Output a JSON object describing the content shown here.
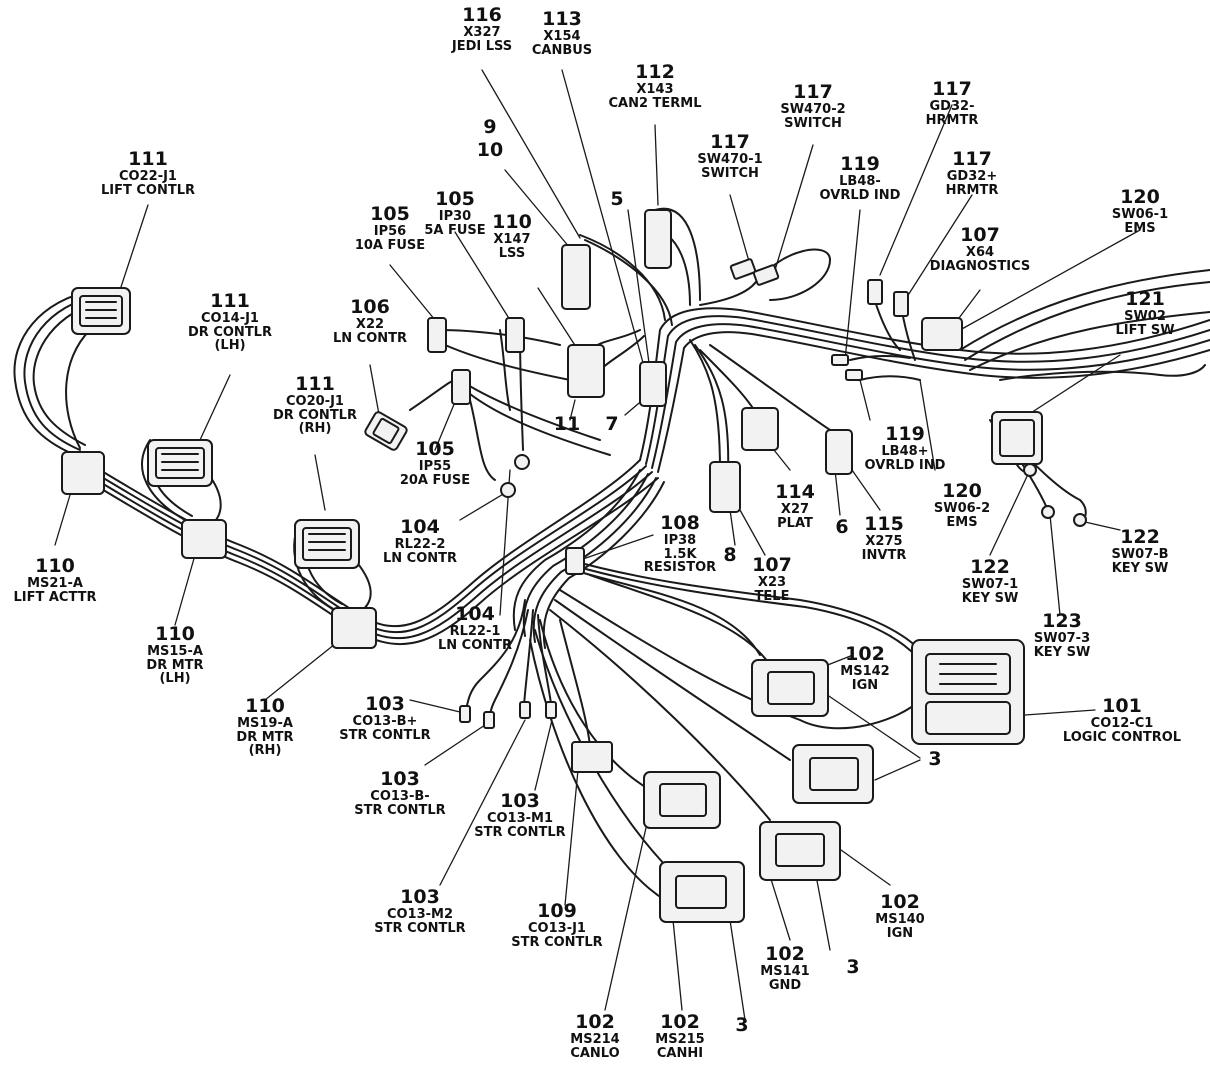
{
  "colors": {
    "ink": "#111111",
    "wire": "#1a1a1a",
    "paper": "#ffffff",
    "connector": "#f2f2f2"
  },
  "callouts": [
    {
      "id": "c111-co22",
      "number": "111",
      "lines": [
        "CO22-J1",
        "LIFT CONTLR"
      ]
    },
    {
      "id": "c111-co14",
      "number": "111",
      "lines": [
        "CO14-J1",
        "DR CONTLR",
        "(LH)"
      ]
    },
    {
      "id": "c111-co20",
      "number": "111",
      "lines": [
        "CO20-J1",
        "DR CONTLR",
        "(RH)"
      ]
    },
    {
      "id": "c105-ip56",
      "number": "105",
      "lines": [
        "IP56",
        "10A FUSE"
      ]
    },
    {
      "id": "c105-ip30",
      "number": "105",
      "lines": [
        "IP30",
        "5A FUSE"
      ]
    },
    {
      "id": "c106-x22",
      "number": "106",
      "lines": [
        "X22",
        "LN CONTR"
      ]
    },
    {
      "id": "c105-ip55",
      "number": "105",
      "lines": [
        "IP55",
        "20A FUSE"
      ]
    },
    {
      "id": "c104-rl22-2",
      "number": "104",
      "lines": [
        "RL22-2",
        "LN CONTR"
      ]
    },
    {
      "id": "c104-rl22-1",
      "number": "104",
      "lines": [
        "RL22-1",
        "LN CONTR"
      ]
    },
    {
      "id": "c110-ms21",
      "number": "110",
      "lines": [
        "MS21-A",
        "LIFT ACTTR"
      ]
    },
    {
      "id": "c110-ms15",
      "number": "110",
      "lines": [
        "MS15-A",
        "DR MTR",
        "(LH)"
      ]
    },
    {
      "id": "c110-ms19",
      "number": "110",
      "lines": [
        "MS19-A",
        "DR MTR",
        "(RH)"
      ]
    },
    {
      "id": "c9",
      "number": "9",
      "lines": []
    },
    {
      "id": "c10",
      "number": "10",
      "lines": []
    },
    {
      "id": "c116-x327",
      "number": "116",
      "lines": [
        "X327",
        "JEDI LSS"
      ]
    },
    {
      "id": "c113-x154",
      "number": "113",
      "lines": [
        "X154",
        "CANBUS"
      ]
    },
    {
      "id": "c112-x143",
      "number": "112",
      "lines": [
        "X143",
        "CAN2 TERML"
      ]
    },
    {
      "id": "c117-sw470-2",
      "number": "117",
      "lines": [
        "SW470-2",
        "SWITCH"
      ]
    },
    {
      "id": "c117-sw470-1",
      "number": "117",
      "lines": [
        "SW470-1",
        "SWITCH"
      ]
    },
    {
      "id": "c117-gd32m",
      "number": "117",
      "lines": [
        "GD32-",
        "HRMTR"
      ]
    },
    {
      "id": "c117-gd32p",
      "number": "117",
      "lines": [
        "GD32+",
        "HRMTR"
      ]
    },
    {
      "id": "c119-lb48m",
      "number": "119",
      "lines": [
        "LB48-",
        "OVRLD IND"
      ]
    },
    {
      "id": "c110-x147",
      "number": "110",
      "lines": [
        "X147",
        "LSS"
      ]
    },
    {
      "id": "c5",
      "number": "5",
      "lines": []
    },
    {
      "id": "c120-sw06-1",
      "number": "120",
      "lines": [
        "SW06-1",
        "EMS"
      ]
    },
    {
      "id": "c107-x64",
      "number": "107",
      "lines": [
        "X64",
        "DIAGNOSTICS"
      ]
    },
    {
      "id": "c121-sw02",
      "number": "121",
      "lines": [
        "SW02",
        "LIFT SW"
      ]
    },
    {
      "id": "c11",
      "number": "11",
      "lines": []
    },
    {
      "id": "c7",
      "number": "7",
      "lines": []
    },
    {
      "id": "c119-lb48p",
      "number": "119",
      "lines": [
        "LB48+",
        "OVRLD IND"
      ]
    },
    {
      "id": "c120-sw06-2",
      "number": "120",
      "lines": [
        "SW06-2",
        "EMS"
      ]
    },
    {
      "id": "c114-x27",
      "number": "114",
      "lines": [
        "X27",
        "PLAT"
      ]
    },
    {
      "id": "c115-x275",
      "number": "115",
      "lines": [
        "X275",
        "INVTR"
      ]
    },
    {
      "id": "c6",
      "number": "6",
      "lines": []
    },
    {
      "id": "c108-ip38",
      "number": "108",
      "lines": [
        "IP38",
        "1.5K",
        "RESISTOR"
      ]
    },
    {
      "id": "c8",
      "number": "8",
      "lines": []
    },
    {
      "id": "c107-x23",
      "number": "107",
      "lines": [
        "X23",
        "TELE"
      ]
    },
    {
      "id": "c122-sw07-1",
      "number": "122",
      "lines": [
        "SW07-1",
        "KEY SW"
      ]
    },
    {
      "id": "c122-sw07-b",
      "number": "122",
      "lines": [
        "SW07-B",
        "KEY SW"
      ]
    },
    {
      "id": "c123-sw07-3",
      "number": "123",
      "lines": [
        "SW07-3",
        "KEY SW"
      ]
    },
    {
      "id": "c102-ms142",
      "number": "102",
      "lines": [
        "MS142",
        "IGN"
      ]
    },
    {
      "id": "c101-co12",
      "number": "101",
      "lines": [
        "CO12-C1",
        "LOGIC CONTROL"
      ]
    },
    {
      "id": "c3-a",
      "number": "3",
      "lines": []
    },
    {
      "id": "c103-b-plus",
      "number": "103",
      "lines": [
        "CO13-B+",
        "STR CONTLR"
      ]
    },
    {
      "id": "c103-b-minus",
      "number": "103",
      "lines": [
        "CO13-B-",
        "STR CONTLR"
      ]
    },
    {
      "id": "c103-m1",
      "number": "103",
      "lines": [
        "CO13-M1",
        "STR CONTLR"
      ]
    },
    {
      "id": "c103-m2",
      "number": "103",
      "lines": [
        "CO13-M2",
        "STR CONTLR"
      ]
    },
    {
      "id": "c109-co13",
      "number": "109",
      "lines": [
        "CO13-J1",
        "STR CONTLR"
      ]
    },
    {
      "id": "c102-ms140",
      "number": "102",
      "lines": [
        "MS140",
        "IGN"
      ]
    },
    {
      "id": "c102-ms141",
      "number": "102",
      "lines": [
        "MS141",
        "GND"
      ]
    },
    {
      "id": "c3-b",
      "number": "3",
      "lines": []
    },
    {
      "id": "c3-c",
      "number": "3",
      "lines": []
    },
    {
      "id": "c102-ms214",
      "number": "102",
      "lines": [
        "MS214",
        "CANLO"
      ]
    },
    {
      "id": "c102-ms215",
      "number": "102",
      "lines": [
        "MS215",
        "CANHI"
      ]
    }
  ]
}
